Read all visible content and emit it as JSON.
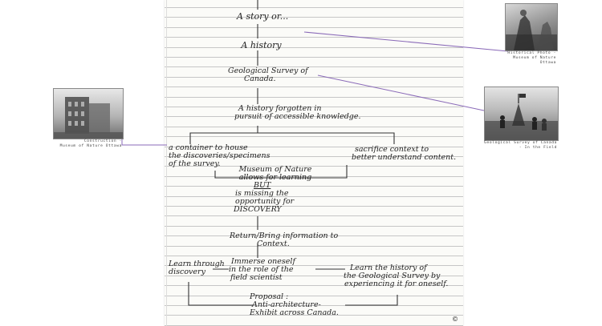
{
  "diagram": {
    "nodes": {
      "story": "A story or...",
      "history": "A history",
      "gsc_line1": "Geological Survey of",
      "gsc_line2": "Canada.",
      "hist_line1": "A history forgotten in",
      "hist_line2": "pursuit of accessible knowledge.",
      "container_line1": "a container to house",
      "container_line2": "the discoveries/specimens",
      "container_line3": "of the survey.",
      "sacrifice_line1": "sacrifice context to",
      "sacrifice_line2": "better understand content.",
      "museum_line1": "Museum of Nature",
      "museum_line2": "allows for learning",
      "museum_line3": "BUT",
      "museum_line4": "is missing the",
      "museum_line5": "opportunity for",
      "museum_line6": "DISCOVERY",
      "return_line1": "Return/Bring information to",
      "return_line2": "Context.",
      "immerse_line1": "Immerse oneself",
      "immerse_line2": "in the role of the",
      "immerse_line3": "field scientist",
      "learn_discovery_line1": "Learn through",
      "learn_discovery_line2": "discovery",
      "learn_history_line1": "Learn the history of",
      "learn_history_line2": "the Geological Survey by",
      "learn_history_line3": "experiencing it for oneself.",
      "proposal_line1": "Proposal :",
      "proposal_line2": "Anti-architecture-",
      "proposal_line3": "Exhibit across Canada."
    },
    "page_mark": "©"
  },
  "photos": {
    "historical": {
      "caption_line1": "Historical Photo -",
      "caption_line2": "Museum of Nature",
      "caption_line3": "Ottawa"
    },
    "survey": {
      "caption_line1": "Geological Survey of Canada",
      "caption_line2": "- In the Field"
    },
    "construction": {
      "caption_line1": "Construction -",
      "caption_line2": "Museum of Nature Ottawa"
    }
  },
  "colors": {
    "connector": "#8a6ab8",
    "ink": "#222222"
  }
}
